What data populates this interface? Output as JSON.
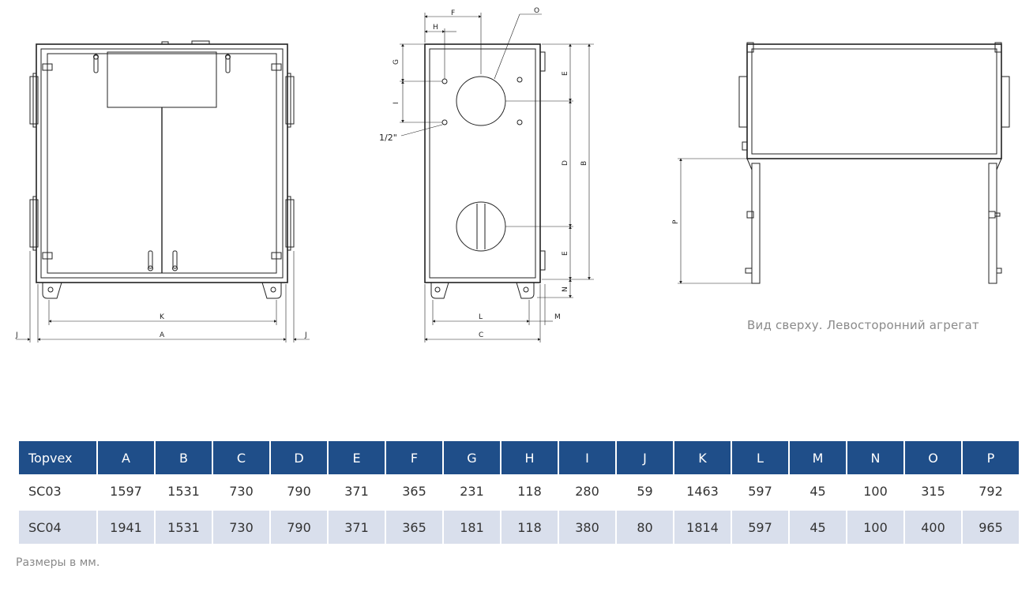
{
  "drawing": {
    "front_labels": {
      "K": "K",
      "A": "A",
      "J_left": "J",
      "J_right": "J"
    },
    "side_labels": {
      "F": "F",
      "H": "H",
      "O": "O",
      "G": "G",
      "I": "I",
      "half_inch": "1/2\"",
      "E_top": "E",
      "D": "D",
      "B": "B",
      "E_bottom": "E",
      "N": "N",
      "L": "L",
      "M": "M",
      "C": "C"
    },
    "top_labels": {
      "P": "P"
    },
    "caption": "Вид сверху. Левосторонний агрегат"
  },
  "table": {
    "headers": [
      "Topvex",
      "A",
      "B",
      "C",
      "D",
      "E",
      "F",
      "G",
      "H",
      "I",
      "J",
      "K",
      "L",
      "M",
      "N",
      "O",
      "P"
    ],
    "rows": [
      [
        "SC03",
        "1597",
        "1531",
        "730",
        "790",
        "371",
        "365",
        "231",
        "118",
        "280",
        "59",
        "1463",
        "597",
        "45",
        "100",
        "315",
        "792"
      ],
      [
        "SC04",
        "1941",
        "1531",
        "730",
        "790",
        "371",
        "365",
        "181",
        "118",
        "380",
        "80",
        "1814",
        "597",
        "45",
        "100",
        "400",
        "965"
      ]
    ],
    "header_color": "#1f4e89",
    "shade_color": "#d9dfec"
  },
  "note": "Размеры в мм."
}
